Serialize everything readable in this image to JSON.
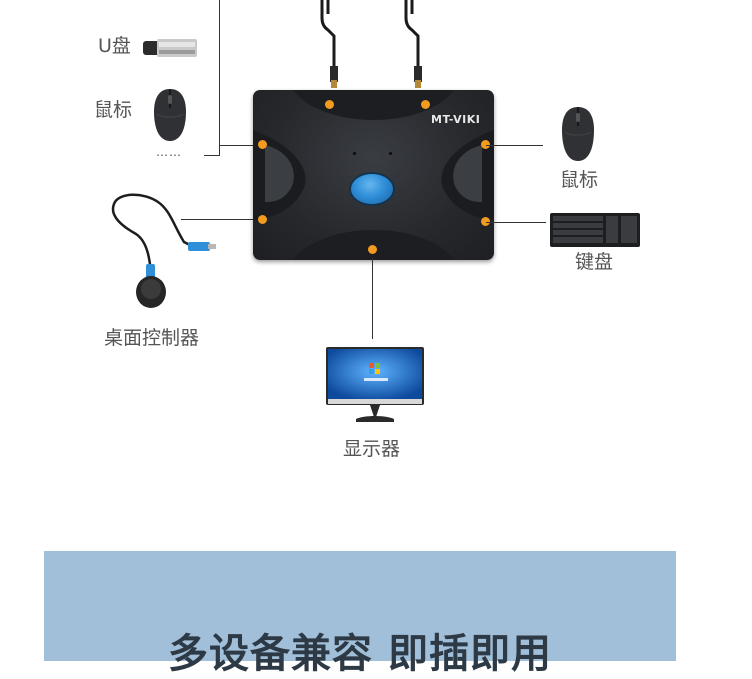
{
  "brand": "MT-VIKI",
  "devices": {
    "usb_drive": "U盘",
    "mouse_left": "鼠标",
    "more": "……",
    "desk_controller": "桌面控制器",
    "mouse_right": "鼠标",
    "keyboard": "键盘",
    "monitor": "显示器"
  },
  "banner": {
    "title": "多设备兼容 即插即用"
  },
  "colors": {
    "port": "#f39a1f",
    "button": "#2f8fd8",
    "banner": "#a2bfd9"
  }
}
